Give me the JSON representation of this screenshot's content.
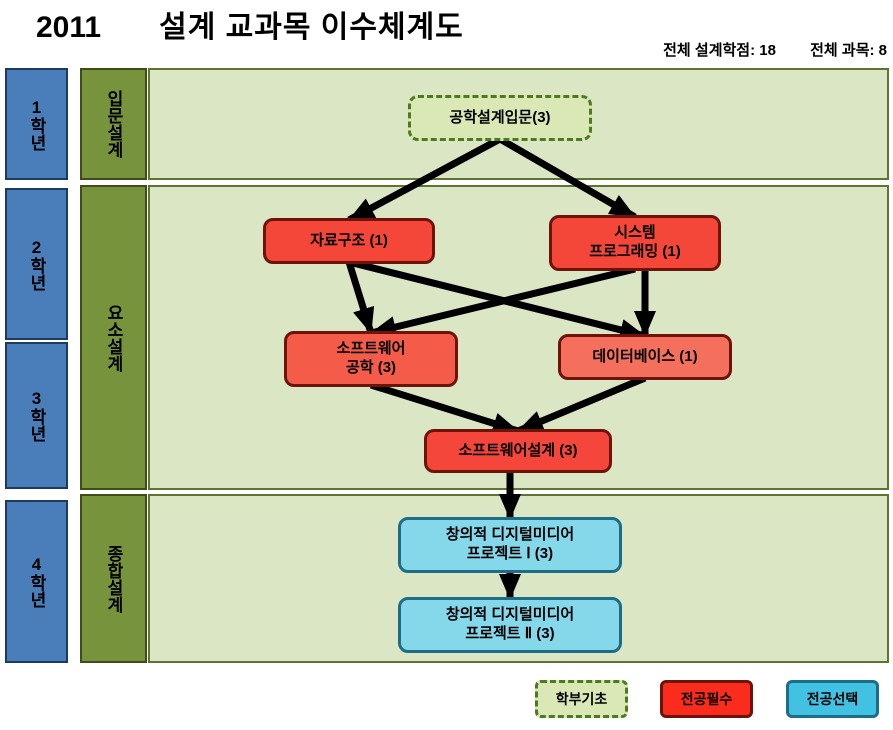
{
  "header": {
    "year": "2011",
    "title": "설계 교과목 이수체계도",
    "total_design_credits": "전체 설계학점: 18",
    "total_courses": "전체 과목: 8"
  },
  "year_rows": [
    {
      "label": "1학년"
    },
    {
      "label": "2학년"
    },
    {
      "label": "3학년"
    },
    {
      "label": "4학년"
    }
  ],
  "phases": [
    {
      "label": "입문설계"
    },
    {
      "label": "요소설계"
    },
    {
      "label": "종합설계"
    }
  ],
  "nodes": {
    "intro_design": {
      "label": "공학설계입문(3)",
      "category": "학부기초",
      "fill": "#d9e8b5",
      "border": "#4c7a1f",
      "dashed": true
    },
    "data_structures": {
      "label": "자료구조 (1)",
      "category": "전공필수",
      "fill": "#f44639",
      "border": "#6e1309",
      "dashed": false
    },
    "system_programming": {
      "label": "시스템\n프로그래밍 (1)",
      "category": "전공필수",
      "fill": "#f44639",
      "border": "#6e1309",
      "dashed": false
    },
    "software_engineering": {
      "label": "소프트웨어\n공학 (3)",
      "category": "전공필수",
      "fill": "#f55b49",
      "border": "#6e1309",
      "dashed": false
    },
    "database": {
      "label": "데이터베이스 (1)",
      "category": "전공필수",
      "fill": "#f4705c",
      "border": "#6e1309",
      "dashed": false
    },
    "software_design": {
      "label": "소프트웨어설계 (3)",
      "category": "전공필수",
      "fill": "#f4463a",
      "border": "#6e1309",
      "dashed": false
    },
    "project_1": {
      "label": "창의적 디지털미디어\n프로젝트 Ⅰ (3)",
      "category": "전공선택",
      "fill": "#85d8ea",
      "border": "#1e6d86",
      "dashed": false
    },
    "project_2": {
      "label": "창의적 디지털미디어\n프로젝트 Ⅱ (3)",
      "category": "전공선택",
      "fill": "#85d8ea",
      "border": "#1e6d86",
      "dashed": false
    }
  },
  "edges": [
    {
      "from": "intro_design",
      "to": "data_structures"
    },
    {
      "from": "intro_design",
      "to": "system_programming"
    },
    {
      "from": "data_structures",
      "to": "software_engineering"
    },
    {
      "from": "data_structures",
      "to": "database"
    },
    {
      "from": "system_programming",
      "to": "software_engineering"
    },
    {
      "from": "system_programming",
      "to": "database"
    },
    {
      "from": "software_engineering",
      "to": "software_design"
    },
    {
      "from": "database",
      "to": "software_design"
    },
    {
      "from": "software_design",
      "to": "project_1"
    },
    {
      "from": "project_1",
      "to": "project_2"
    }
  ],
  "legend": [
    {
      "label": "학부기초",
      "fill": "#d9e8b5",
      "border": "#4c7a1f",
      "dashed": true
    },
    {
      "label": "전공필수",
      "fill": "#fb2c1b",
      "border": "#6e1309",
      "dashed": false
    },
    {
      "label": "전공선택",
      "fill": "#41c2e2",
      "border": "#1e6d86",
      "dashed": false
    }
  ],
  "colors": {
    "year_box_fill": "#4a7ebb",
    "year_box_border": "#1d3a5f",
    "phase_box_fill": "#77933c",
    "phase_box_border": "#3f4d18",
    "band_fill": "#dbe6c4",
    "band_border": "#5d7433",
    "arrow": "#000000",
    "background": "#ffffff",
    "text": "#000000"
  }
}
